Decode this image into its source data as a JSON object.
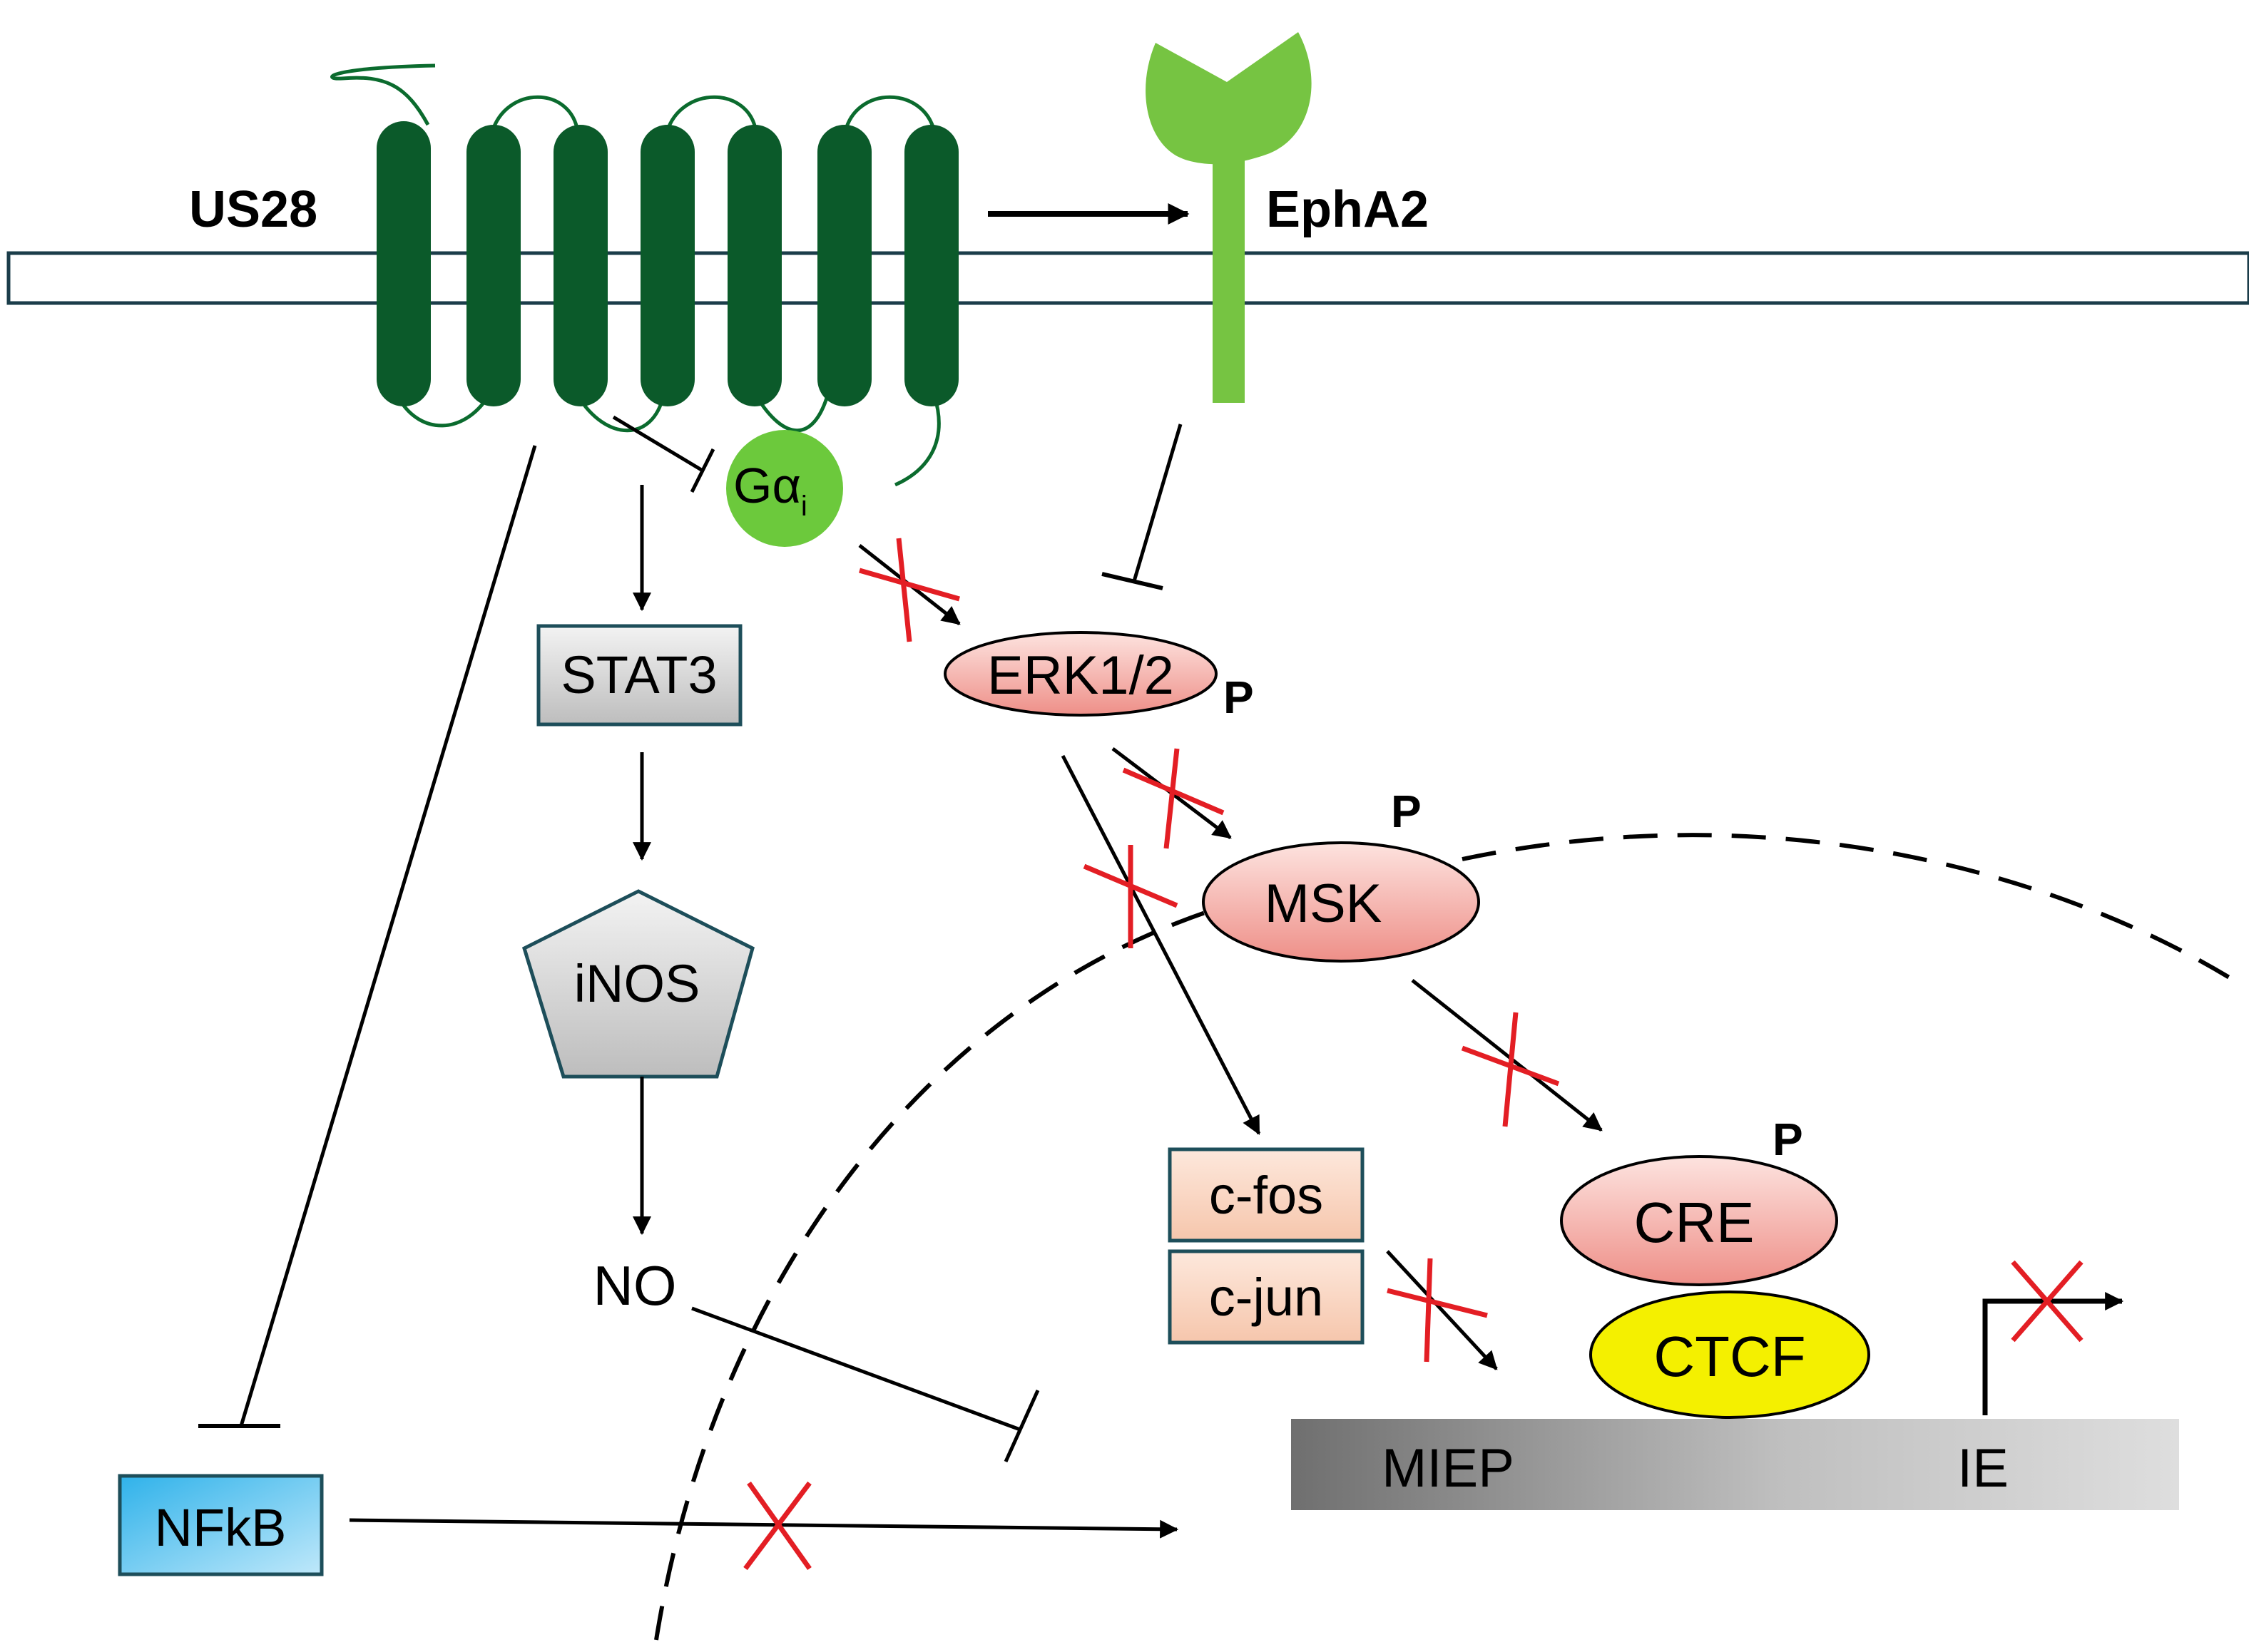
{
  "labels": {
    "us28": "US28",
    "epha2": "EphA2",
    "galpha_main": "Gα",
    "galpha_sub": "i",
    "stat3": "STAT3",
    "inos": "iNOS",
    "no": "NO",
    "nfkb": "NFkB",
    "erk": "ERK1/2",
    "msk": "MSK",
    "cre": "CRE",
    "ctcf": "CTCF",
    "cfos": "c-fos",
    "cjun": "c-jun",
    "miep": "MIEP",
    "ie": "IE",
    "phospho": "P"
  },
  "colors": {
    "us28_receptor": "#0b5a2a",
    "epha2_receptor": "#76c442",
    "galpha_fill": "#6cc93c",
    "membrane_stroke": "#1b3d4a",
    "kinase_fill_light": "#fde3df",
    "kinase_fill_dark": "#ee8f88",
    "ctcf_fill": "#f4f000",
    "block_x": "#e31e24",
    "nfkb_fill": "#5cc4ef",
    "box_border": "#1d4e5a",
    "jun_fos_fill": "#fbd6c3"
  }
}
